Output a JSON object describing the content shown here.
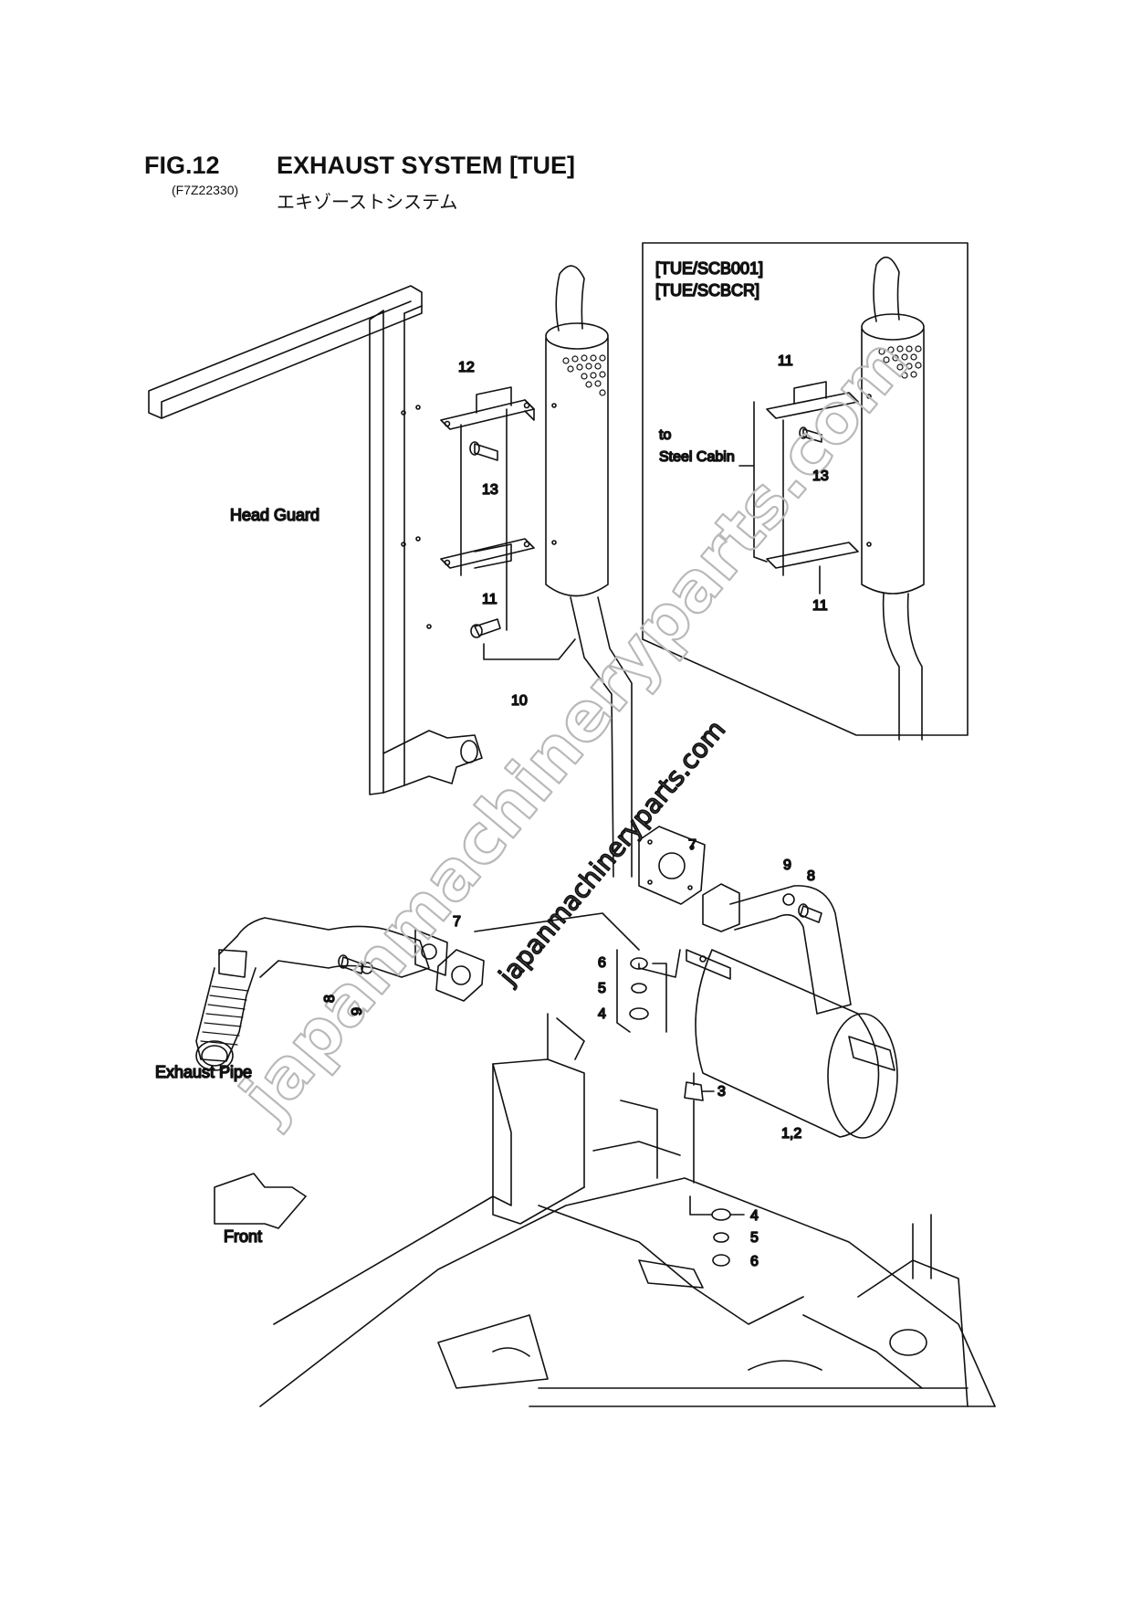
{
  "header": {
    "fig": "FIG.12",
    "code": "(F7Z22330)",
    "title": "EXHAUST SYSTEM [TUE]",
    "title_jp": "エキゾーストシステム"
  },
  "inset": {
    "variant_1": "[TUE/SCB001]",
    "variant_2": "[TUE/SCBCR]",
    "to_label": "to",
    "cabin_label": "Steel Cabin",
    "part_11_top": "11",
    "part_13": "13",
    "part_11_bottom": "11"
  },
  "labels": {
    "head_guard": "Head Guard",
    "exhaust_pipe": "Exhaust Pipe",
    "front": "Front"
  },
  "parts": {
    "p12": "12",
    "p13": "13",
    "p11": "11",
    "p10": "10",
    "p7_right": "7",
    "p7_left": "7",
    "p9_right": "9",
    "p8_right": "8",
    "p8_left": "8",
    "p9_left": "9",
    "p6_top": "6",
    "p5_top": "5",
    "p4_top": "4",
    "p3": "3",
    "p12_muffler": "1,2",
    "p4_bottom": "4",
    "p5_bottom": "5",
    "p6_bottom": "6"
  },
  "watermark": {
    "large": "japanmachineryparts.com",
    "small": "japanmachineryparts.com"
  }
}
